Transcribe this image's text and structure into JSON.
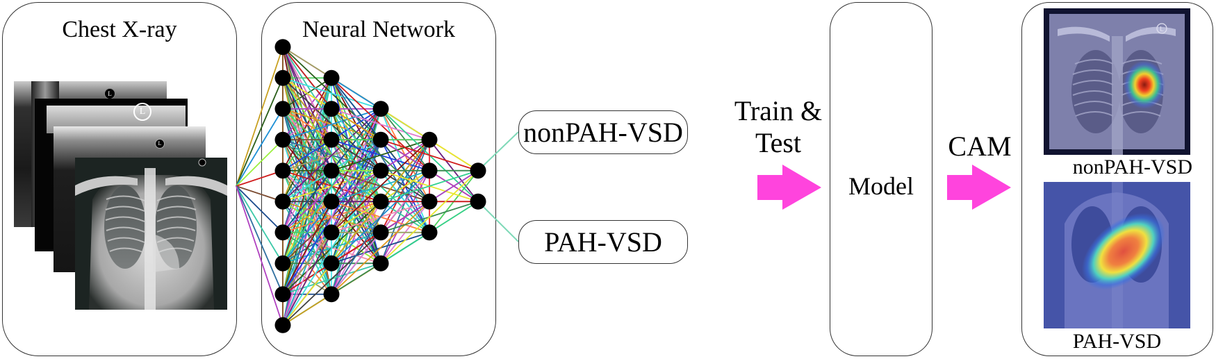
{
  "panels": {
    "input": {
      "title": "Chest X-ray",
      "image_count": 4,
      "marker_glyph": "L"
    },
    "network": {
      "title": "Neural Network",
      "layers": [
        10,
        8,
        6,
        4,
        2
      ]
    },
    "classes": [
      "nonPAH-VSD",
      "PAH-VSD"
    ],
    "train_step": {
      "line1": "Train &",
      "line2": "Test"
    },
    "model": {
      "label": "Model"
    },
    "cam_step": {
      "label": "CAM"
    },
    "output": {
      "images": [
        {
          "caption": "nonPAH-VSD",
          "marker_glyph": "L"
        },
        {
          "caption": "PAH-VSD"
        }
      ]
    }
  },
  "colors": {
    "arrow": "#ff44dd",
    "outline": "#333333",
    "node": "#000000",
    "output_link": "#7fd9b8",
    "edge_palette": [
      "#c8a020",
      "#2a5e1a",
      "#1e90d6",
      "#9cf040",
      "#d01c1c",
      "#7a4a30",
      "#1a4a8c",
      "#3cc9a8",
      "#2f6f9f",
      "#b040c0",
      "#e07ad0",
      "#20b0c0",
      "#e09a20",
      "#6a2080",
      "#3a8a50",
      "#ff8040",
      "#40e0e0",
      "#8a1010",
      "#50d060",
      "#e8e830",
      "#2040e0",
      "#f090b0",
      "#404040",
      "#a0a060",
      "#30d090"
    ]
  }
}
